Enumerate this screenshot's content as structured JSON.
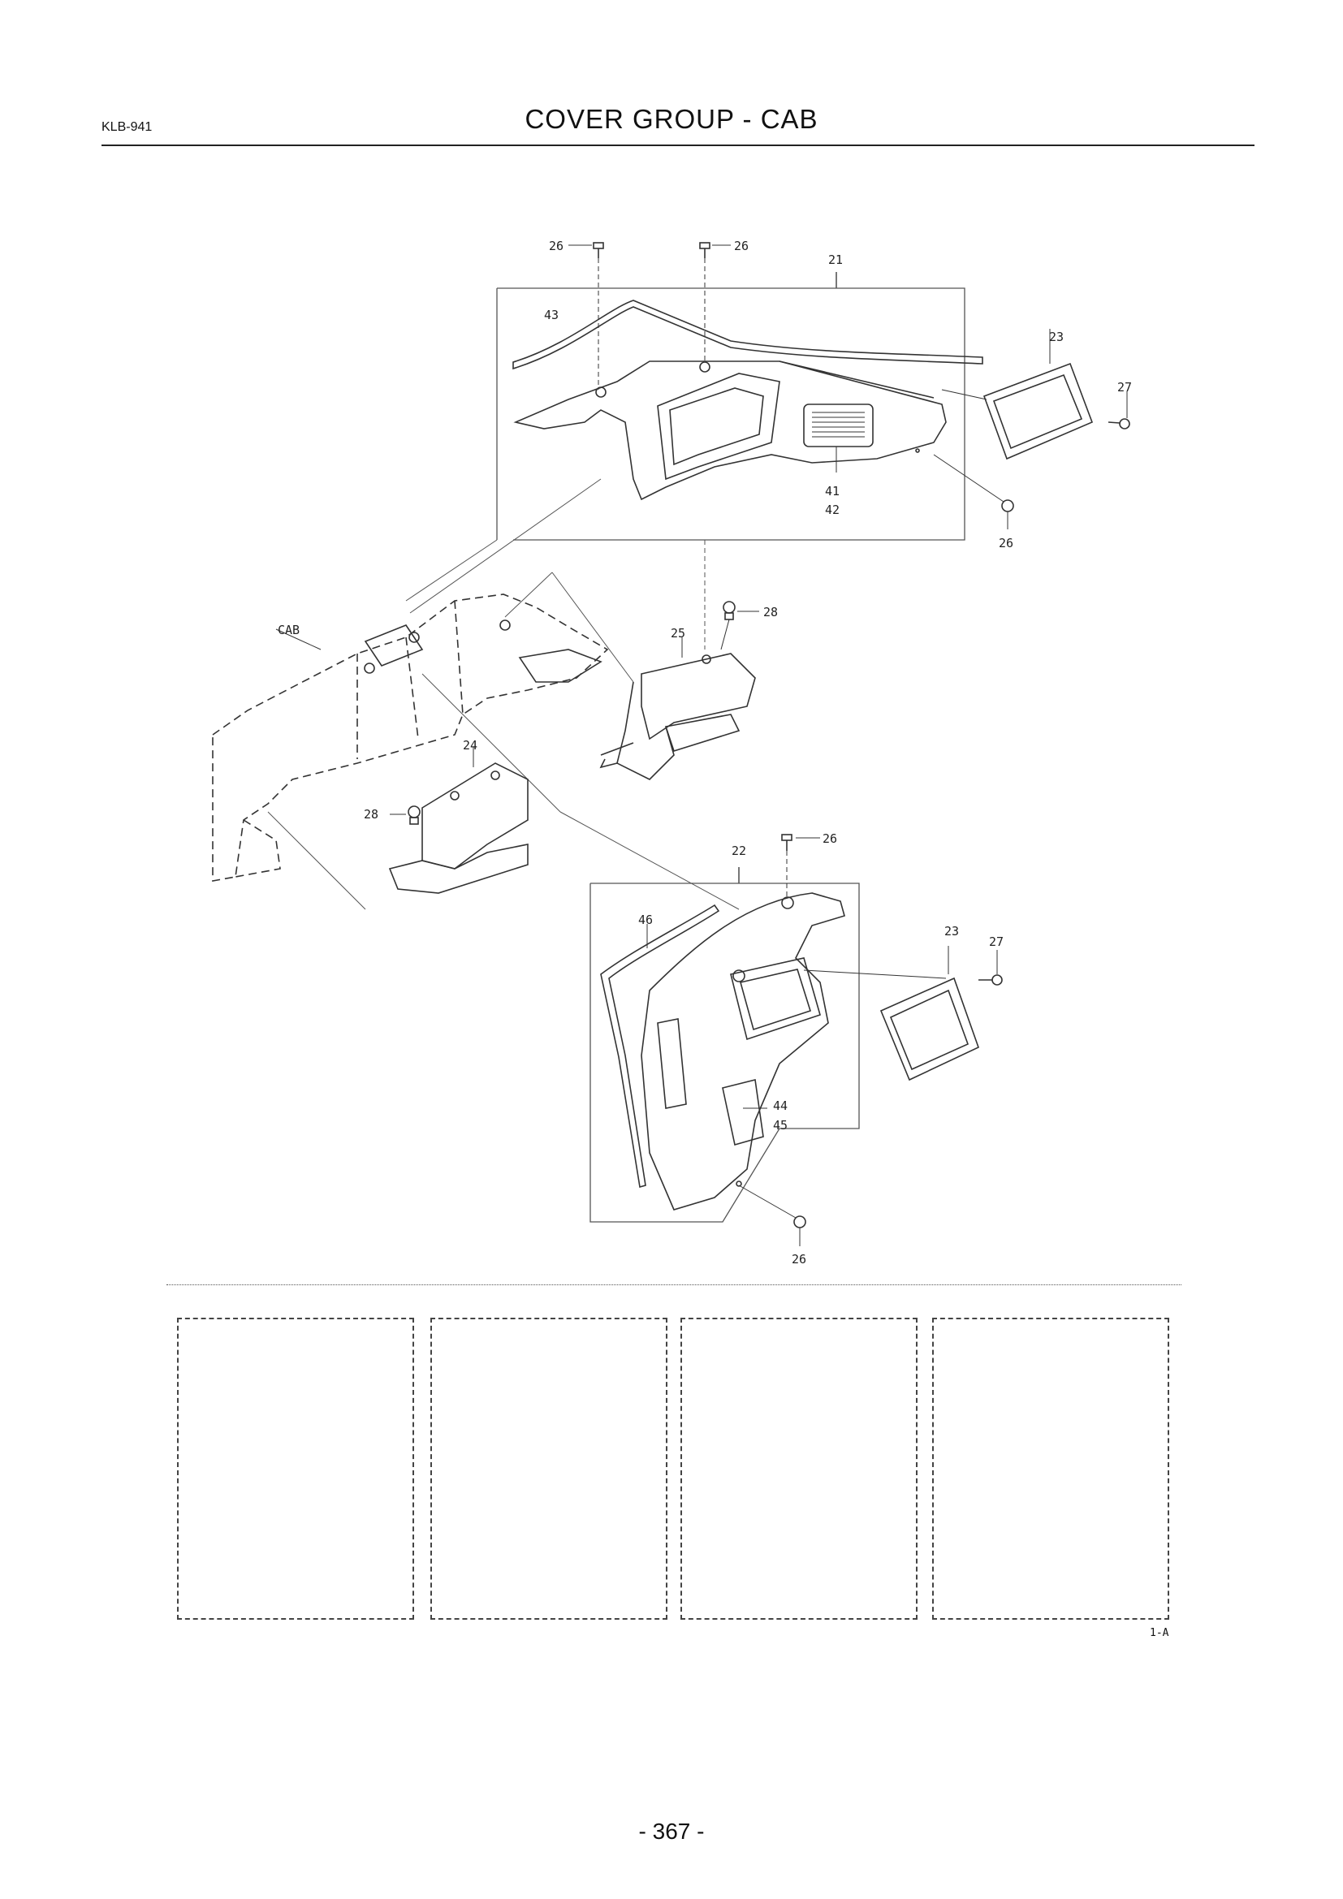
{
  "header": {
    "code": "KLB-941",
    "title": "COVER GROUP - CAB"
  },
  "callouts": {
    "c26_top_left": "26",
    "c26_top_right": "26",
    "c21": "21",
    "c43": "43",
    "c23_top": "23",
    "c27_top": "27",
    "c41": "41",
    "c42": "42",
    "c26_mid_right": "26",
    "c28_upper": "28",
    "c25": "25",
    "cab": "CAB",
    "c24": "24",
    "c28_lower": "28",
    "c26_bottom_top": "26",
    "c22": "22",
    "c46": "46",
    "c23_bottom": "23",
    "c27_bottom": "27",
    "c44": "44",
    "c45": "45",
    "c26_bottom": "26"
  },
  "footer": {
    "figure_ref": "1-A",
    "page_number": "- 367 -"
  }
}
